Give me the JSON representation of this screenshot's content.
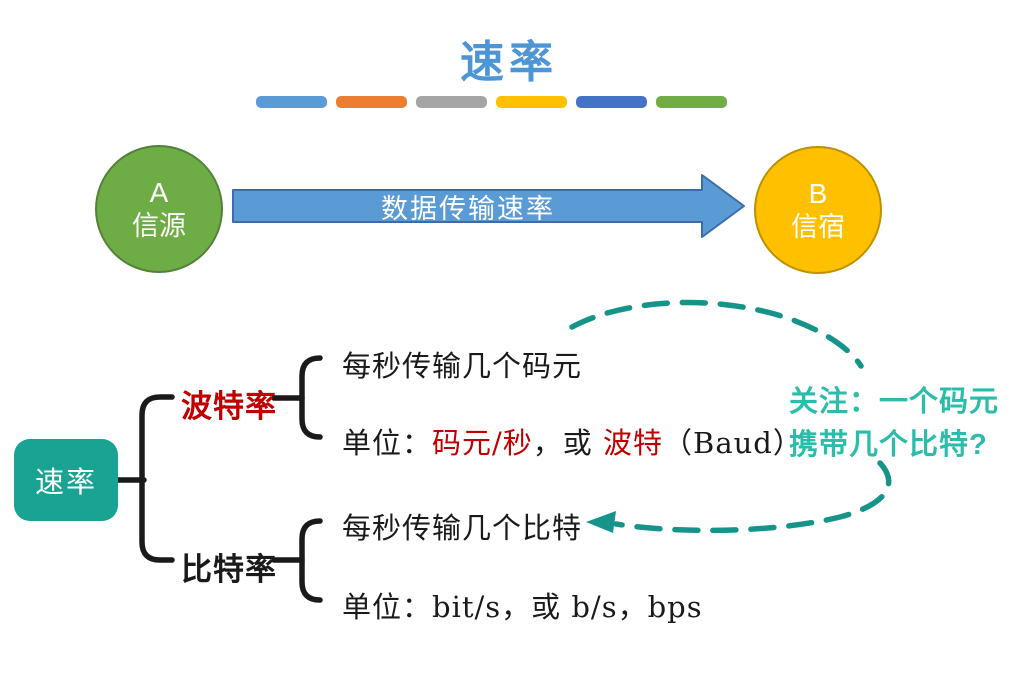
{
  "title": "速率",
  "decor_bars": {
    "colors": [
      "#5B9BD5",
      "#ED7D31",
      "#A5A5A5",
      "#FFC000",
      "#4472C4",
      "#70AD47"
    ]
  },
  "transmission": {
    "source": {
      "letter": "A",
      "label": "信源"
    },
    "destination": {
      "letter": "B",
      "label": "信宿"
    },
    "arrow_label": "数据传输速率"
  },
  "tree": {
    "root_label": "速率",
    "baud": {
      "label": "波特率",
      "definition": "每秒传输几个码元",
      "unit": {
        "prefix": "单位：",
        "red1": "码元/秒",
        "mid": "，或 ",
        "red2": "波特",
        "suffix": "（Baud）"
      }
    },
    "bit": {
      "label": "比特率",
      "definition": "每秒传输几个比特",
      "unit": "单位：bit/s，或 b/s，bps"
    }
  },
  "annotation": {
    "line1": "关注：一个码元",
    "line2": "携带几个比特?"
  },
  "colors": {
    "title_blue": "#4D96D6",
    "source_green": "#6EAC45",
    "destination_yellow": "#FFC000",
    "arrow_blue": "#5B9BD5",
    "arrow_outline": "#3D6DA8",
    "root_teal": "#18A392",
    "accent_red": "#C00000",
    "annotation_teal": "#2BBCAA",
    "dash_teal": "#17948A",
    "line_black": "#1a1a1a"
  }
}
